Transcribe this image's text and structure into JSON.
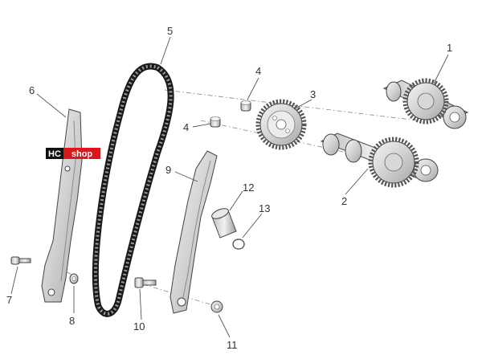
{
  "brand_badge": {
    "left_text": "HC",
    "right_text": "shop",
    "left_color": "#111111",
    "right_color": "#d7191c"
  },
  "callouts": [
    {
      "id": "c1",
      "label": "1"
    },
    {
      "id": "c2",
      "label": "2"
    },
    {
      "id": "c3",
      "label": "3"
    },
    {
      "id": "c4a",
      "label": "4"
    },
    {
      "id": "c4b",
      "label": "4"
    },
    {
      "id": "c5",
      "label": "5"
    },
    {
      "id": "c6",
      "label": "6"
    },
    {
      "id": "c7",
      "label": "7"
    },
    {
      "id": "c8",
      "label": "8"
    },
    {
      "id": "c9",
      "label": "9"
    },
    {
      "id": "c10",
      "label": "10"
    },
    {
      "id": "c11",
      "label": "11"
    },
    {
      "id": "c12",
      "label": "12"
    },
    {
      "id": "c13",
      "label": "13"
    }
  ]
}
